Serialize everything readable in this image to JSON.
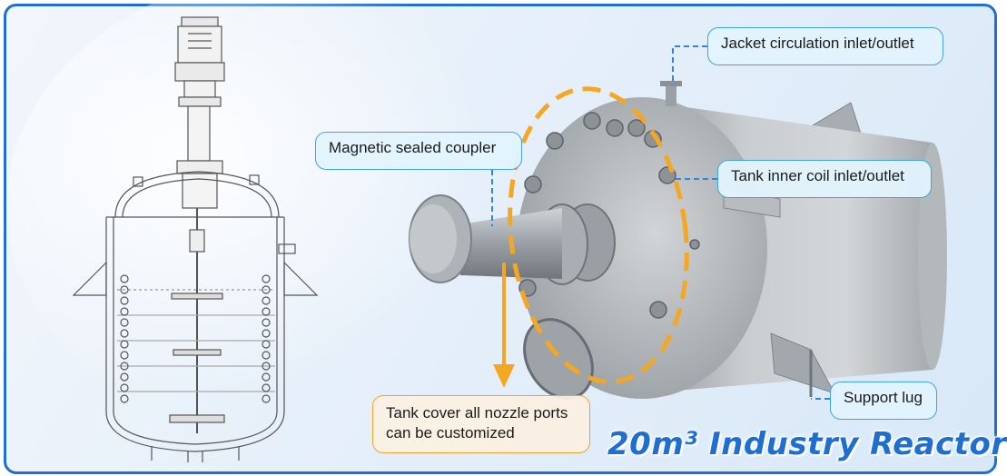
{
  "title": "20m³ Industry Reactor",
  "callouts": {
    "jacket": "Jacket circulation inlet/outlet",
    "magnetic": "Magnetic sealed coupler",
    "coil": "Tank inner coil inlet/outlet",
    "lug": "Support lug",
    "nozzle_line1": "Tank cover all nozzle ports",
    "nozzle_line2": "can be customized"
  },
  "colors": {
    "frame": "#1f6fd0",
    "title": "#1f6fd0",
    "callout_border": "#3fa3e0",
    "callout_fill": "#e1f3fd",
    "highlight_orange": "#f5a623",
    "leader_line": "#2f86d6",
    "vessel_gray": "#c3c7ca"
  },
  "icons": {
    "arrow": "down-arrow-icon"
  }
}
